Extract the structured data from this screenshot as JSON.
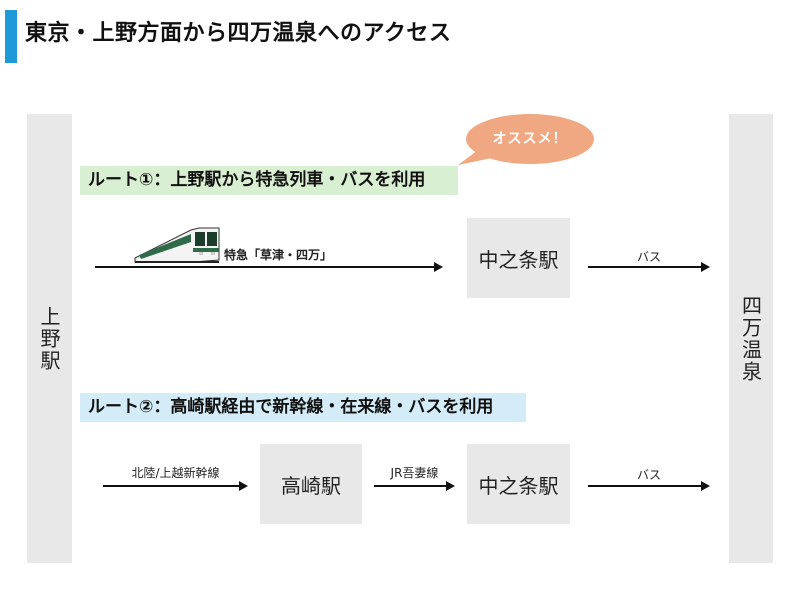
{
  "header": {
    "title": "東京・上野方面から四万温泉へのアクセス",
    "accent_color": "#1E9AD6"
  },
  "endpoints": {
    "origin": "上野駅",
    "destination": "四万温泉"
  },
  "badge": {
    "label": "オススメ！",
    "color": "#F0A882"
  },
  "routes": [
    {
      "label": "ルート①：上野駅から特急列車・バスを利用",
      "background": "#D9EFD2",
      "segments": [
        {
          "line": "特急「草津・四万」",
          "icon": "train-icon"
        },
        {
          "station": "中之条駅"
        },
        {
          "line": "バス"
        }
      ]
    },
    {
      "label": "ルート②：高崎駅経由で新幹線・在来線・バスを利用",
      "background": "#D3ECF8",
      "segments": [
        {
          "line": "北陸/上越新幹線"
        },
        {
          "station": "高崎駅"
        },
        {
          "line": "JR吾妻線"
        },
        {
          "station": "中之条駅"
        },
        {
          "line": "バス"
        }
      ]
    }
  ]
}
